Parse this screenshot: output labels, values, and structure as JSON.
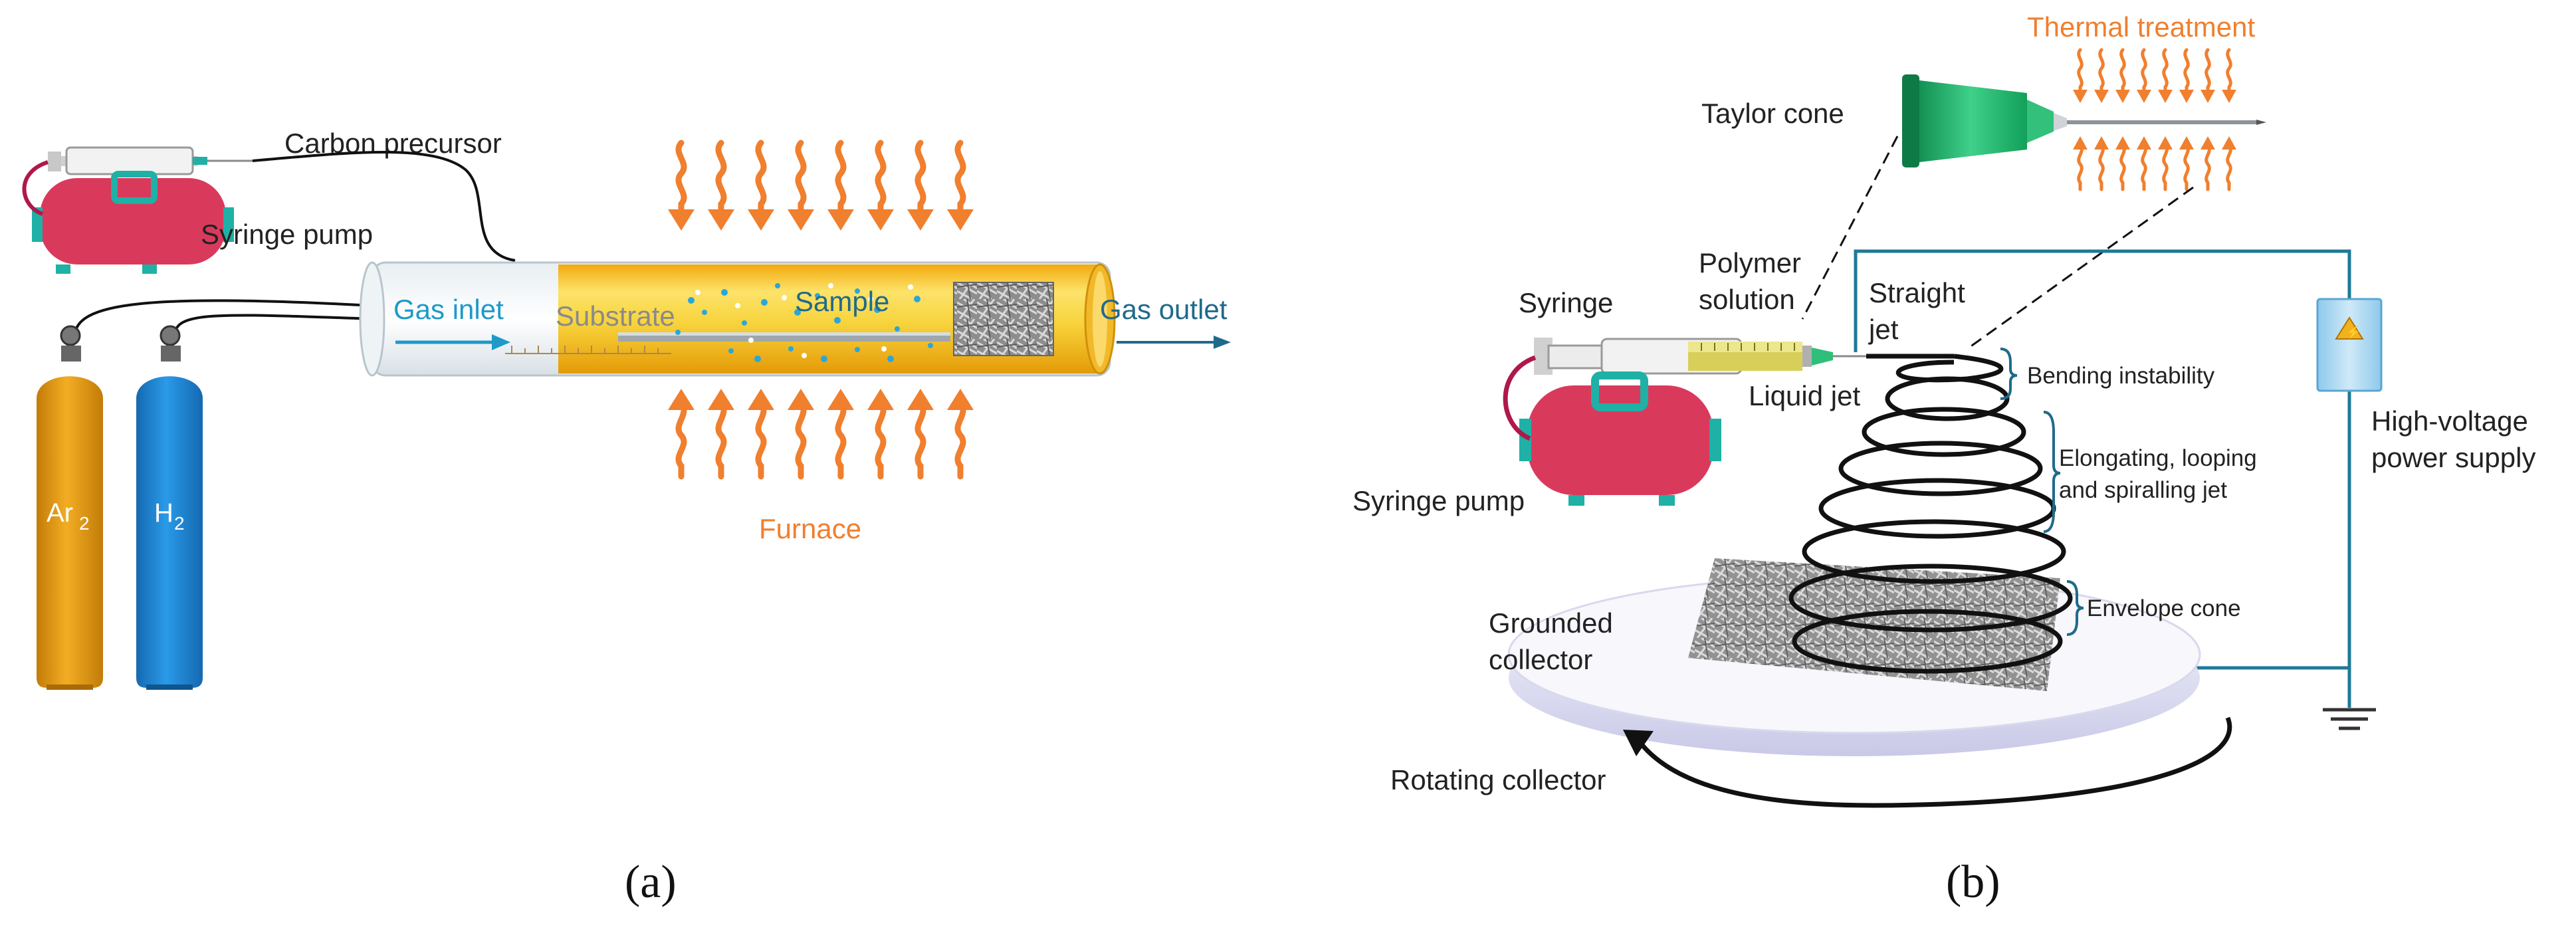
{
  "panel_a": {
    "caption": "(a)",
    "carbon_precursor": "Carbon precursor",
    "syringe_pump": "Syringe pump",
    "gas_inlet": "Gas inlet",
    "substrate": "Substrate",
    "sample": "Sample",
    "gas_outlet": "Gas outlet",
    "furnace": "Furnace",
    "tank_ar_base": "Ar",
    "tank_ar_sub": "2",
    "tank_h_base": "H",
    "tank_h_sub": "2"
  },
  "panel_b": {
    "caption": "(b)",
    "thermal_treatment": "Thermal treatment",
    "taylor_cone": "Taylor cone",
    "polymer_line1": "Polymer",
    "polymer_line2": "solution",
    "syringe": "Syringe",
    "straight_jet_line1": "Straight",
    "straight_jet_line2": "jet",
    "liquid_jet": "Liquid jet",
    "bending_instability": "Bending instability",
    "elongating_line1": "Elongating, looping",
    "elongating_line2": "and spiralling jet",
    "envelope_cone": "Envelope cone",
    "syringe_pump": "Syringe pump",
    "grounded_line1": "Grounded",
    "grounded_line2": "collector",
    "rotating_collector": "Rotating collector",
    "hv_line1": "High-voltage",
    "hv_line2": "power supply"
  },
  "colors": {
    "orange_arrow": "#f07f2e",
    "pump_red": "#d93a5c",
    "pump_teal": "#1fb0a6",
    "tube_yellow": "#f5c518",
    "ar_tank": "#e79c12",
    "h2_tank": "#1b86d8",
    "wire_teal": "#1f7a96"
  }
}
